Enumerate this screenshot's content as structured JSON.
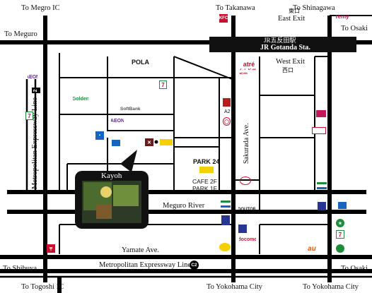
{
  "labels": {
    "to_megro_ic": "To Megro IC",
    "to_takanawa": "To Takanawa",
    "to_shinagawa": "To Shinagawa",
    "to_meguro": "To Meguro",
    "to_osaki_top": "To Osaki",
    "east_exit_jp": "東口",
    "east_exit": "East Exit",
    "station_jp": "JR五反田駅",
    "station_en": "JR Gotanda Sta.",
    "west_exit": "West Exit",
    "west_exit_jp": "西口",
    "pola": "POLA",
    "expressway_line2": "Metropolitan Expressway  Line",
    "line2_num": "2",
    "sakurada": "Sakurada Ave.",
    "park24": "PARK 24",
    "cafe": "CAFE 2F",
    "park": "PARK 1F",
    "kayoh": "Kayoh",
    "meguro_river": "Meguro River",
    "yamate": "Yamate Ave.",
    "expressway_bottom": "Metropolitan Expressway  Line",
    "c2": "C2",
    "to_shibuya": "To Shibuya",
    "to_osaki_bottom": "To Osaki",
    "to_togoshi": "To Togoshi IC",
    "to_yokohama_mid": "To Yokohama City",
    "to_yokohama_right": "To Yokohama City",
    "a2": "A2",
    "softbank": "SoftBank",
    "golden": "Golden",
    "aeon1": "AEON",
    "aeon2": "AEON",
    "atre": "atré",
    "atre_jp": "アトレ五反田",
    "remy": "remy",
    "docomo": "docomo",
    "au": "au",
    "doutor": "DOUTOR"
  },
  "colors": {
    "road": "#000000",
    "station_bar": "#111111",
    "block": "#ffffff",
    "atre": "#c8102e",
    "seven": "#e4002b",
    "green": "#1e8c3a",
    "au": "#eb5505",
    "softbank": "#888888"
  }
}
